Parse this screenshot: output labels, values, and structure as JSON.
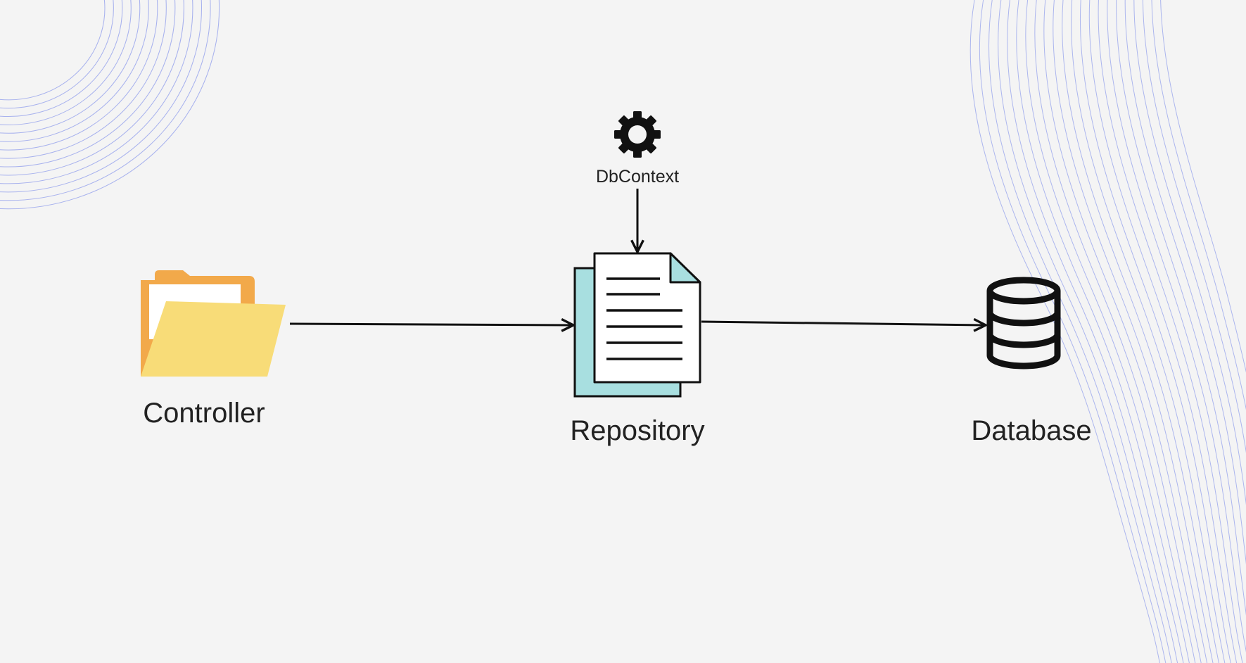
{
  "diagram": {
    "nodes": {
      "controller": {
        "label": "Controller",
        "icon": "folder-icon"
      },
      "repository": {
        "label": "Repository",
        "icon": "document-icon"
      },
      "database": {
        "label": "Database",
        "icon": "database-icon"
      },
      "dbcontext": {
        "label": "DbContext",
        "icon": "gear-icon"
      }
    },
    "edges": [
      {
        "from": "controller",
        "to": "repository"
      },
      {
        "from": "dbcontext",
        "to": "repository"
      },
      {
        "from": "repository",
        "to": "database"
      }
    ]
  },
  "colors": {
    "background": "#f4f4f4",
    "stroke": "#111111",
    "folder_back": "#f2a94a",
    "folder_front": "#f8dc78",
    "document_accent": "#a8dfe0",
    "wave_lines": "#9aa6ec"
  }
}
